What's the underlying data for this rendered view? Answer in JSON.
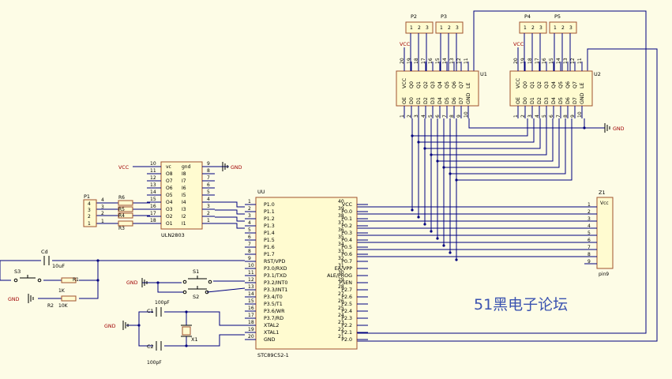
{
  "watermark": "51黑电子论坛",
  "colors": {
    "background": "#fdfce6",
    "wire": "#000080",
    "component": "#a0522d",
    "body": "#fffbd0",
    "power": "#a00000",
    "watermark": "#3a52b0"
  },
  "labels": {
    "vcc": "VCC",
    "gnd": "GND"
  },
  "mcu": {
    "ref": "UU",
    "part": "STC89C52-1",
    "left_pins": [
      [
        "1",
        "P1.0"
      ],
      [
        "2",
        "P1.1"
      ],
      [
        "3",
        "P1.2"
      ],
      [
        "4",
        "P1.3"
      ],
      [
        "5",
        "P1.4"
      ],
      [
        "6",
        "P1.5"
      ],
      [
        "7",
        "P1.6"
      ],
      [
        "8",
        "P1.7"
      ],
      [
        "9",
        "RST/VPD"
      ],
      [
        "10",
        "P3.0/RXD"
      ],
      [
        "11",
        "P3.1/TXD"
      ],
      [
        "12",
        "P3.2/INT0"
      ],
      [
        "13",
        "P3.3/INT1"
      ],
      [
        "14",
        "P3.4/T0"
      ],
      [
        "15",
        "P3.5/T1"
      ],
      [
        "16",
        "P3.6/WR"
      ],
      [
        "17",
        "P3.7/RD"
      ],
      [
        "18",
        "XTAL2"
      ],
      [
        "19",
        "XTAL1"
      ],
      [
        "20",
        "GND"
      ]
    ],
    "right_pins": [
      [
        "40",
        "VCC"
      ],
      [
        "39",
        "P0.0"
      ],
      [
        "38",
        "P0.1"
      ],
      [
        "37",
        "P0.2"
      ],
      [
        "36",
        "P0.3"
      ],
      [
        "35",
        "P0.4"
      ],
      [
        "34",
        "P0.5"
      ],
      [
        "33",
        "P0.6"
      ],
      [
        "32",
        "P0.7"
      ],
      [
        "31",
        "EA/VPP"
      ],
      [
        "30",
        "ALE/PROG"
      ],
      [
        "29",
        "PSEN"
      ],
      [
        "28",
        "P2.7"
      ],
      [
        "27",
        "P2.6"
      ],
      [
        "26",
        "P2.5"
      ],
      [
        "25",
        "P2.4"
      ],
      [
        "24",
        "P2.3"
      ],
      [
        "23",
        "P2.2"
      ],
      [
        "22",
        "P2.1"
      ],
      [
        "21",
        "P2.0"
      ]
    ]
  },
  "uln": {
    "ref": "ULN2803",
    "left_pins": [
      [
        "10",
        "vc"
      ],
      [
        "11",
        "O8"
      ],
      [
        "12",
        "O7"
      ],
      [
        "13",
        "O6"
      ],
      [
        "14",
        "O5"
      ],
      [
        "15",
        "O4"
      ],
      [
        "16",
        "O3"
      ],
      [
        "17",
        "O2"
      ],
      [
        "18",
        "O1"
      ]
    ],
    "right_pins": [
      [
        "9",
        "gnd"
      ],
      [
        "8",
        "I8"
      ],
      [
        "7",
        "I7"
      ],
      [
        "6",
        "I6"
      ],
      [
        "5",
        "I5"
      ],
      [
        "4",
        "I4"
      ],
      [
        "3",
        "I3"
      ],
      [
        "2",
        "I2"
      ],
      [
        "1",
        "I1"
      ]
    ]
  },
  "latches": [
    {
      "ref": "U1",
      "top_pins": [
        "20",
        "19",
        "18",
        "17",
        "16",
        "15",
        "14",
        "13",
        "12",
        "11"
      ],
      "top_names": [
        "VCC",
        "Q0",
        "Q1",
        "Q2",
        "Q3",
        "Q4",
        "Q5",
        "Q6",
        "Q7",
        "LE"
      ],
      "bottom_names": [
        "OE",
        "D0",
        "D1",
        "D2",
        "D3",
        "D4",
        "D5",
        "D6",
        "D7",
        "GND"
      ],
      "bottom_pins": [
        "1",
        "2",
        "3",
        "4",
        "5",
        "6",
        "7",
        "8",
        "9",
        "10"
      ]
    },
    {
      "ref": "U2",
      "top_pins": [
        "20",
        "19",
        "18",
        "17",
        "16",
        "15",
        "14",
        "13",
        "12",
        "11"
      ],
      "top_names": [
        "VCC",
        "Q0",
        "Q1",
        "Q2",
        "Q3",
        "Q4",
        "Q5",
        "Q6",
        "Q7",
        "LE"
      ],
      "bottom_names": [
        "OE",
        "D0",
        "D1",
        "D2",
        "D3",
        "D4",
        "D5",
        "D6",
        "D7",
        "GND"
      ],
      "bottom_pins": [
        "1",
        "2",
        "3",
        "4",
        "5",
        "6",
        "7",
        "8",
        "9",
        "10"
      ]
    }
  ],
  "connectors": [
    {
      "ref": "P2",
      "pins": [
        "1",
        "2",
        "3"
      ]
    },
    {
      "ref": "P3",
      "pins": [
        "1",
        "2",
        "3"
      ]
    },
    {
      "ref": "P4",
      "pins": [
        "1",
        "2",
        "3"
      ]
    },
    {
      "ref": "P5",
      "pins": [
        "1",
        "2",
        "3"
      ]
    }
  ],
  "p1": {
    "ref": "P1",
    "pins": [
      "4",
      "3",
      "2",
      "1"
    ],
    "net_pins": [
      "4",
      "3",
      "2",
      "1"
    ]
  },
  "resistor_refs": [
    "R6",
    "R5",
    "R4",
    "R3"
  ],
  "z1": {
    "ref": "Z1",
    "top": "Vcc",
    "bottom": "pin9",
    "pins": [
      "1",
      "2",
      "3",
      "4",
      "5",
      "6",
      "7",
      "8",
      "9"
    ]
  },
  "parts": {
    "cd": "Cd",
    "cd_value": "10uF",
    "s3": "S3",
    "r1": "R1",
    "r1_value": "1K",
    "r2": "R2",
    "r2_value": "10K",
    "s1": "S1",
    "s2": "S2",
    "c1": "C1",
    "c1_value": "100pF",
    "c2": "C2",
    "c2_value": "100pF",
    "x1": "X1"
  }
}
